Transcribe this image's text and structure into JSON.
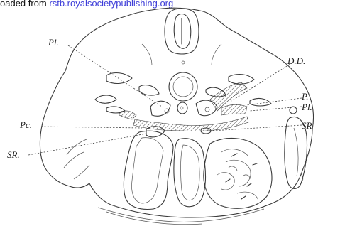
{
  "banner": {
    "prefix": "oaded from ",
    "link": "rstb.royalsocietypublishing.org"
  },
  "labels": {
    "pl_top": "Pl.",
    "dd": "D.D.",
    "p": "P.",
    "pl_right": "Pl.",
    "pc": "Pc.",
    "sr_right": "SR",
    "sr_left": "SR."
  }
}
